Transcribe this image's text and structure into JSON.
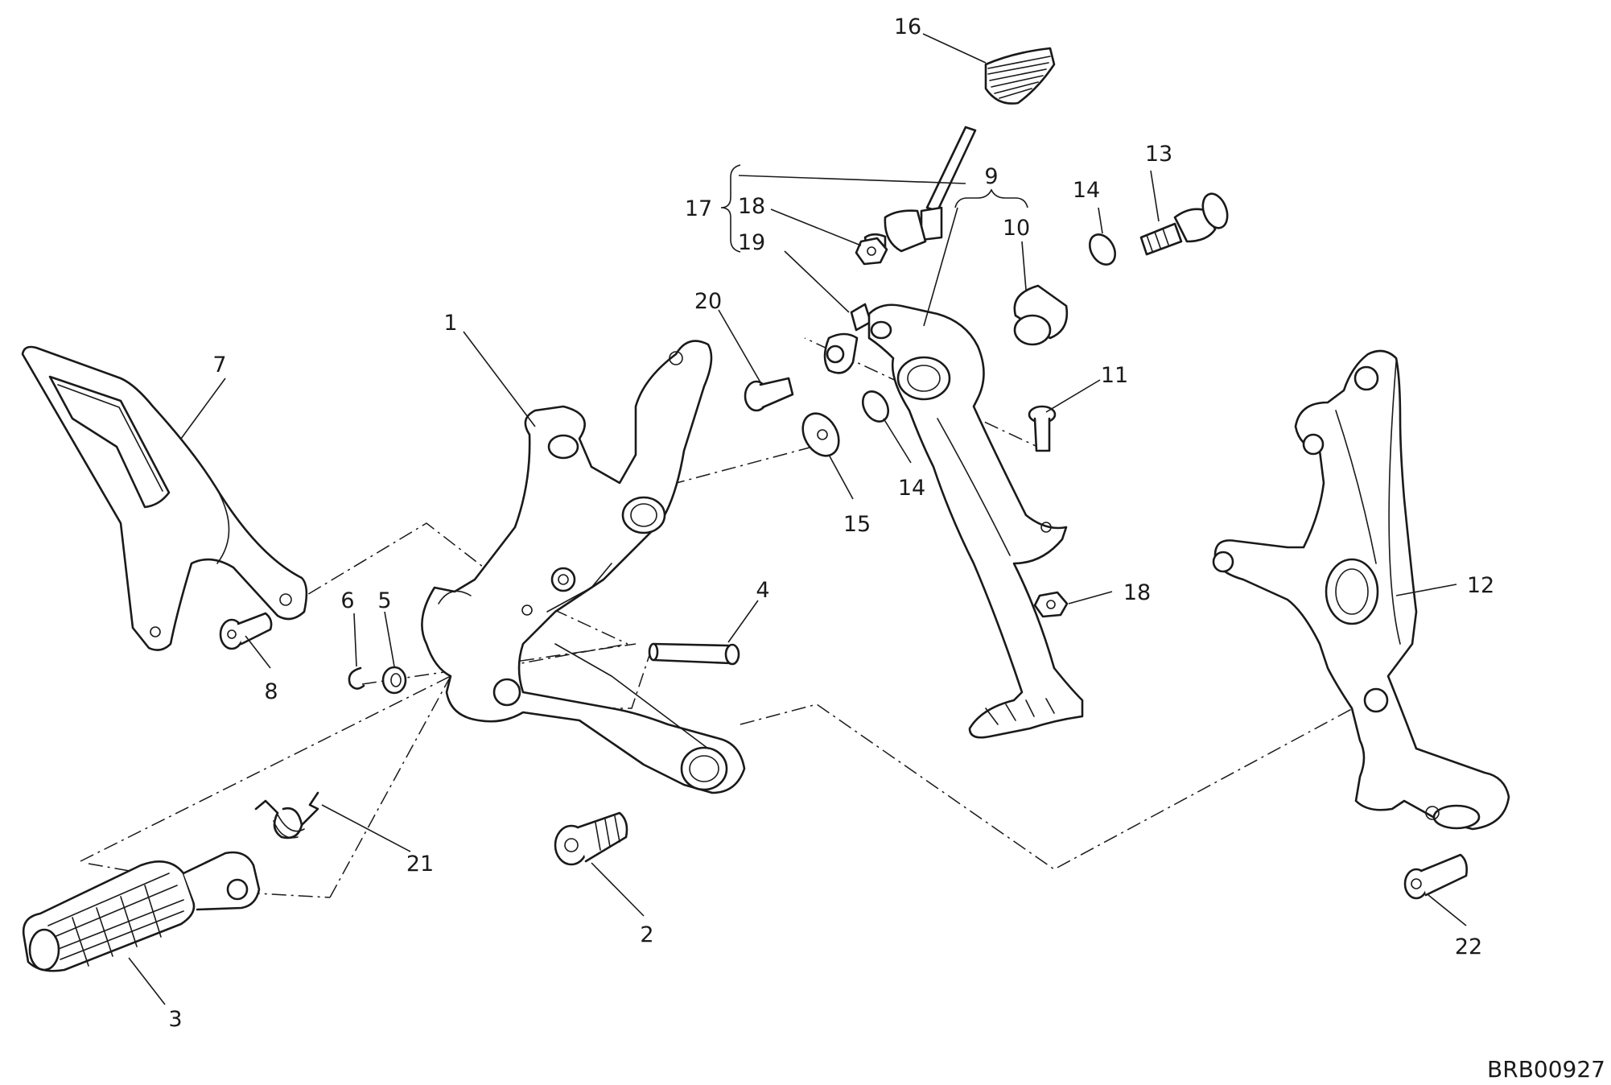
{
  "callouts": {
    "c1": "1",
    "c2": "2",
    "c3": "3",
    "c4": "4",
    "c5": "5",
    "c6": "6",
    "c7": "7",
    "c8": "8",
    "c9": "9",
    "c10": "10",
    "c11": "11",
    "c12": "12",
    "c13": "13",
    "c14a": "14",
    "c14b": "14",
    "c15": "15",
    "c16": "16",
    "c17": "17",
    "c18a": "18",
    "c18b": "18",
    "c19": "19",
    "c20": "20",
    "c21": "21",
    "c22": "22"
  },
  "reference_code": "BRB00927",
  "colors": {
    "line": "#1a1a1a",
    "background": "#ffffff"
  }
}
